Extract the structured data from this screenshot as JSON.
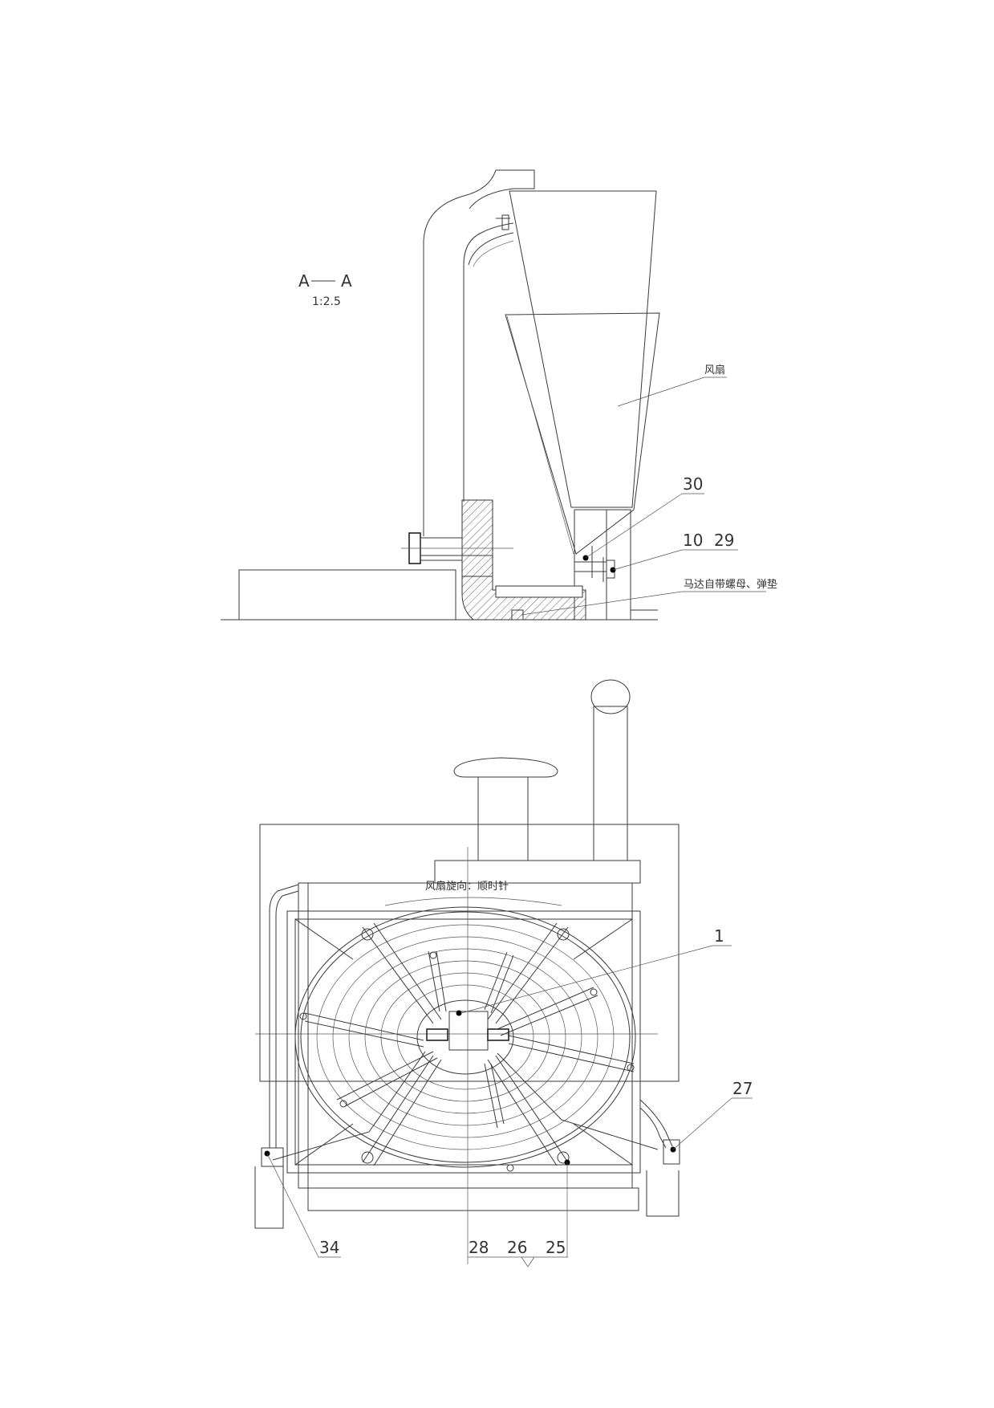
{
  "section": {
    "title_left": "A",
    "title_right": "A",
    "scale": "1:2.5"
  },
  "labels": {
    "fan": "风扇",
    "p30": "30",
    "p10": "10",
    "p29": "29",
    "motor_nut": "马达自带螺母、弹垫",
    "rotation": "风扇旋向：顺时针",
    "p1": "1",
    "p27": "27",
    "p34": "34",
    "p28": "28",
    "p26": "26",
    "p25": "25"
  }
}
